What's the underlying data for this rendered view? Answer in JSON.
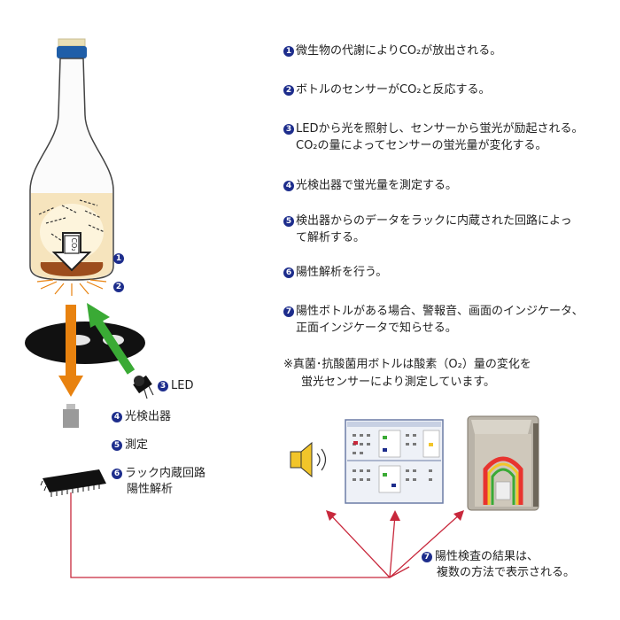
{
  "steps": [
    {
      "num": "1",
      "lines": [
        "微生物の代謝によりCO₂が放出される。"
      ]
    },
    {
      "num": "2",
      "lines": [
        "ボトルのセンサーがCO₂と反応する。"
      ]
    },
    {
      "num": "3",
      "lines": [
        "LEDから光を照射し、センサーから蛍光が励起される。",
        "CO₂の量によってセンサーの蛍光量が変化する。"
      ]
    },
    {
      "num": "4",
      "lines": [
        "光検出器で蛍光量を測定する。"
      ]
    },
    {
      "num": "5",
      "lines": [
        "検出器からのデータをラックに内蔵された回路によっ",
        "て解析する。"
      ]
    },
    {
      "num": "6",
      "lines": [
        "陽性解析を行う。"
      ]
    },
    {
      "num": "7",
      "lines": [
        "陽性ボトルがある場合、警報音、画面のインジケータ、",
        "正面インジケータで知らせる。"
      ]
    }
  ],
  "note": {
    "line1": "※真菌･抗酸菌用ボトルは酸素（O₂）量の変化を",
    "line2": "蛍光センサーにより測定しています。"
  },
  "diagram_labels": {
    "bottle_num1": "1",
    "bottle_num2": "2",
    "co2_text": "CO₂",
    "led": {
      "num": "3",
      "text": "LED"
    },
    "detector": {
      "num": "4",
      "text": "光検出器"
    },
    "measure": {
      "num": "5",
      "text": "測定"
    },
    "rack": {
      "num": "6",
      "line1": "ラック内蔵回路",
      "line2": "陽性解析"
    },
    "result": {
      "num": "7",
      "line1": "陽性検査の結果は、",
      "line2": "複数の方法で表示される。"
    }
  },
  "colors": {
    "badge": "#1d2d8c",
    "orange_arrow": "#e8820f",
    "green_arrow": "#3aaa35",
    "red_line": "#c8283c"
  }
}
